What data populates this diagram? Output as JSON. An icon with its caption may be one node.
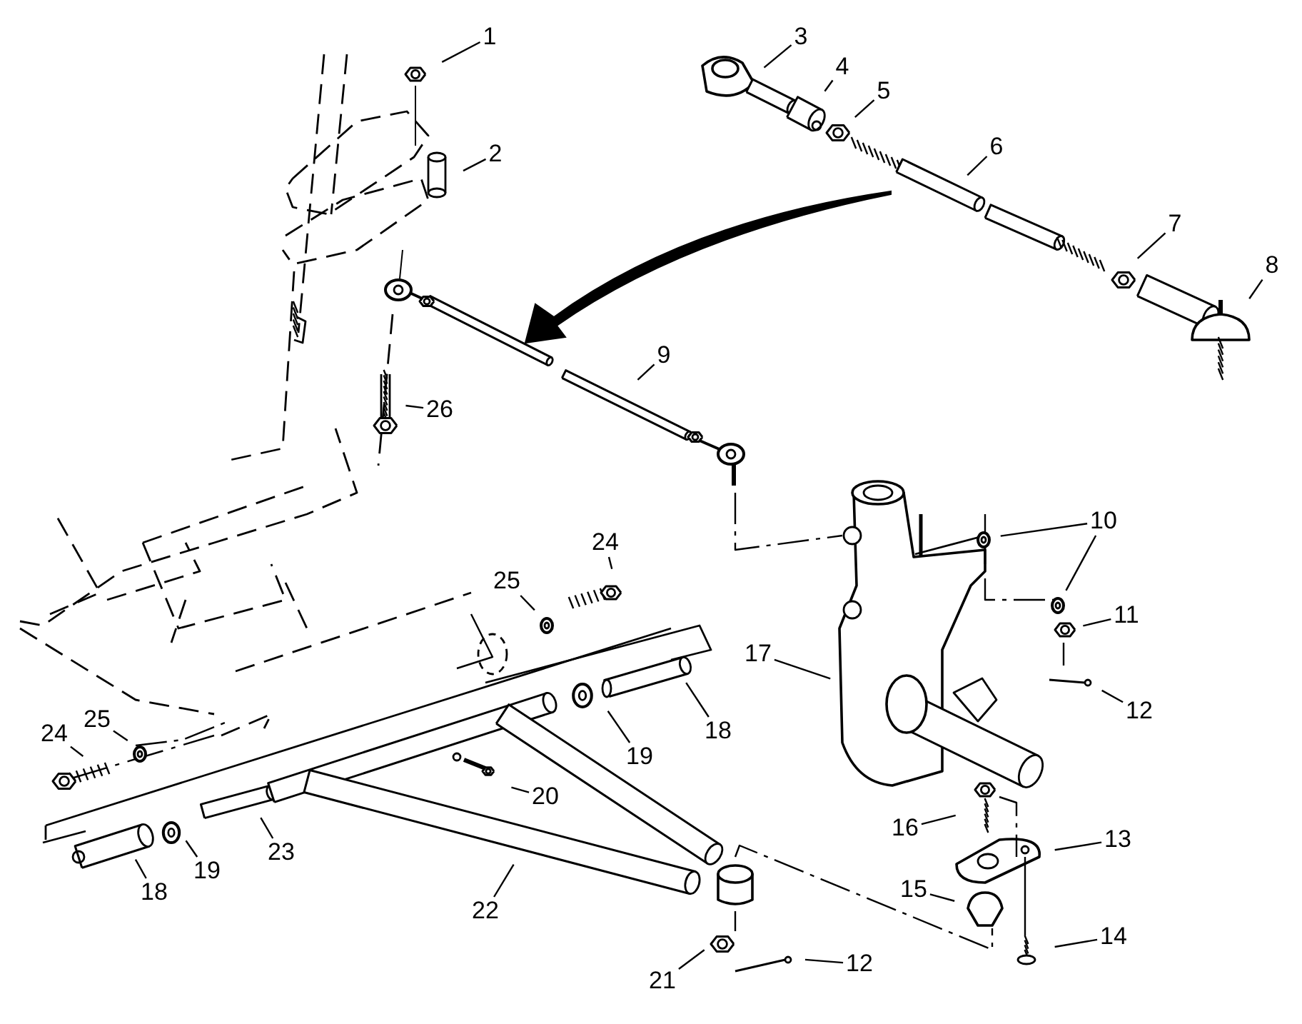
{
  "diagram": {
    "nodes": [
      {
        "text": [
          "1"
        ]
      },
      {
        "text": [
          "2"
        ]
      },
      {
        "text": [
          "3"
        ]
      },
      {
        "text": [
          "4"
        ]
      },
      {
        "text": [
          "5"
        ]
      },
      {
        "text": [
          "6"
        ]
      },
      {
        "text": [
          "7"
        ]
      },
      {
        "text": [
          "8"
        ]
      },
      {
        "text": [
          "9"
        ]
      },
      {
        "text": [
          "26"
        ]
      },
      {
        "text": [
          "10"
        ]
      },
      {
        "text": [
          "11"
        ]
      },
      {
        "text": [
          "12"
        ]
      },
      {
        "text": [
          "17"
        ]
      },
      {
        "text": [
          "24"
        ]
      },
      {
        "text": [
          "25"
        ]
      },
      {
        "text": [
          "18"
        ]
      },
      {
        "text": [
          "19"
        ]
      },
      {
        "text": [
          "25"
        ]
      },
      {
        "text": [
          "24"
        ]
      },
      {
        "text": [
          "20"
        ]
      },
      {
        "text": [
          "23"
        ]
      },
      {
        "text": [
          "19"
        ]
      },
      {
        "text": [
          "18"
        ]
      },
      {
        "text": [
          "22"
        ]
      },
      {
        "text": [
          "16"
        ]
      },
      {
        "text": [
          "13"
        ]
      },
      {
        "text": [
          "15"
        ]
      },
      {
        "text": [
          "14"
        ]
      },
      {
        "text": [
          "21"
        ]
      },
      {
        "text": [
          "12"
        ]
      }
    ],
    "edges": [
      {
        "from": 0,
        "to": null,
        "arrow": "none"
      },
      {
        "from": 1,
        "to": null,
        "arrow": "none"
      },
      {
        "from": 2,
        "to": null,
        "arrow": "none"
      },
      {
        "from": 3,
        "to": null,
        "arrow": "none"
      },
      {
        "from": 4,
        "to": null,
        "arrow": "none"
      },
      {
        "from": 5,
        "to": null,
        "arrow": "none"
      },
      {
        "from": 6,
        "to": null,
        "arrow": "none"
      },
      {
        "from": 7,
        "to": null,
        "arrow": "none"
      },
      {
        "from": 8,
        "to": null,
        "arrow": "none"
      },
      {
        "from": 9,
        "to": null,
        "arrow": "none"
      },
      {
        "from": 10,
        "to": null,
        "arrow": "none"
      },
      {
        "from": 10,
        "to": null,
        "arrow": "none"
      },
      {
        "from": 11,
        "to": null,
        "arrow": "none"
      },
      {
        "from": 12,
        "to": null,
        "arrow": "none"
      },
      {
        "from": 13,
        "to": null,
        "arrow": "none"
      },
      {
        "from": 14,
        "to": null,
        "arrow": "none"
      },
      {
        "from": 15,
        "to": null,
        "arrow": "none"
      },
      {
        "from": 16,
        "to": null,
        "arrow": "none"
      },
      {
        "from": 17,
        "to": null,
        "arrow": "none"
      },
      {
        "from": 18,
        "to": null,
        "arrow": "none"
      },
      {
        "from": 19,
        "to": null,
        "arrow": "none"
      },
      {
        "from": 20,
        "to": null,
        "arrow": "none"
      },
      {
        "from": 21,
        "to": null,
        "arrow": "none"
      },
      {
        "from": 22,
        "to": null,
        "arrow": "none"
      },
      {
        "from": 23,
        "to": null,
        "arrow": "none"
      },
      {
        "from": 24,
        "to": null,
        "arrow": "none"
      },
      {
        "from": 25,
        "to": null,
        "arrow": "none"
      },
      {
        "from": 26,
        "to": null,
        "arrow": "none"
      },
      {
        "from": 27,
        "to": null,
        "arrow": "none"
      },
      {
        "from": 28,
        "to": null,
        "arrow": "none"
      },
      {
        "from": 29,
        "to": null,
        "arrow": "none"
      },
      {
        "from": 30,
        "to": null,
        "arrow": "none"
      }
    ]
  }
}
